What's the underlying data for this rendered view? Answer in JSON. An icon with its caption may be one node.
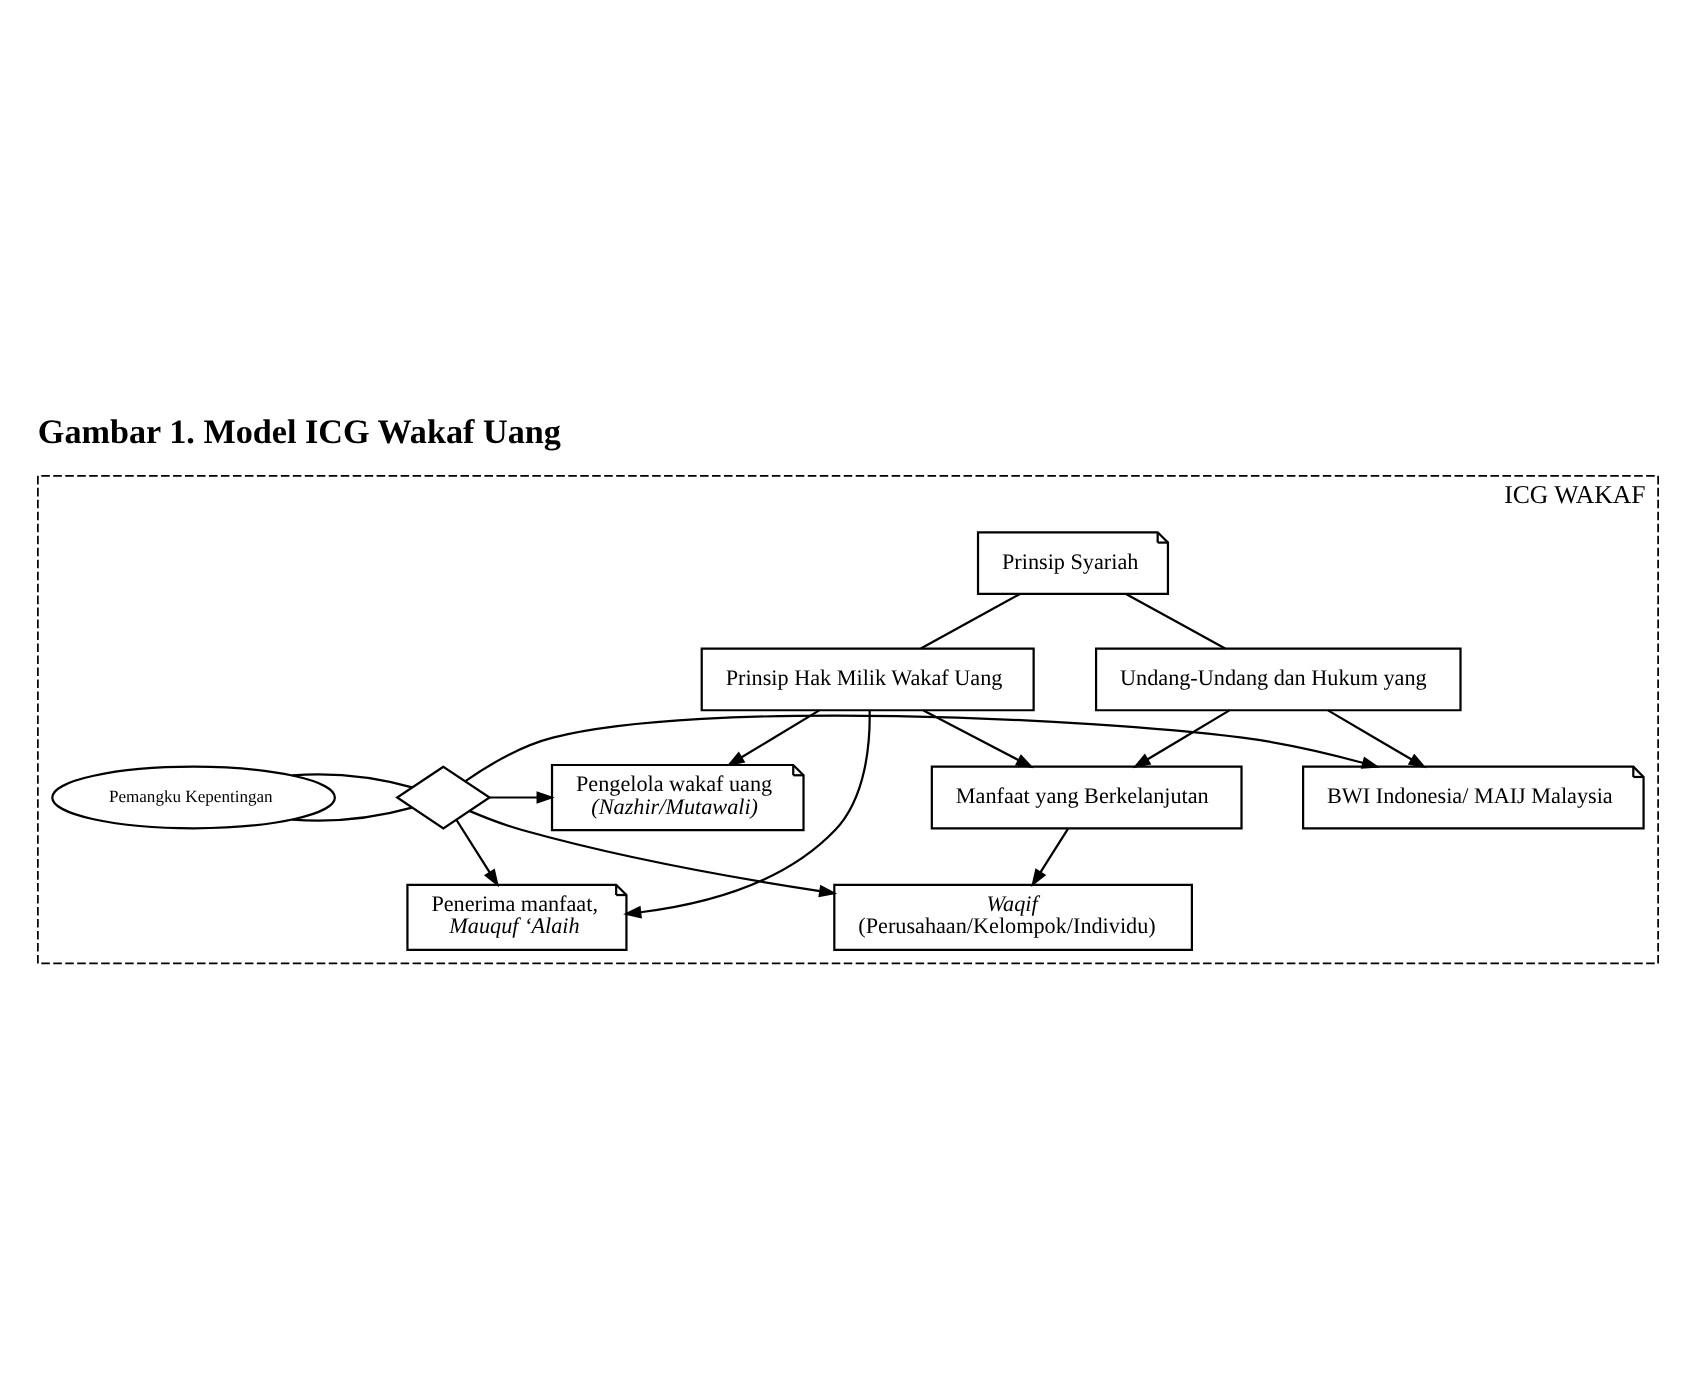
{
  "diagram": {
    "title": "Gambar 1. Model ICG Wakaf Uang",
    "nodes": [
      {
        "text": [
          "ICG WAKAF"
        ]
      },
      {
        "text": [
          "Prinsip Syariah"
        ],
        "in": 0
      },
      {
        "text": [
          "Prinsip Hak Milik Wakaf Uang"
        ],
        "in": 0
      },
      {
        "text": [
          "Undang-Undang dan Hukum yang"
        ],
        "in": 0
      },
      {
        "text": [
          "Manfaat yang Berkelanjutan"
        ],
        "in": 0
      },
      {
        "text": [
          "Waqif",
          "(Perusahaan/Kelompok/Individu)"
        ],
        "in": 0
      },
      {
        "text": [],
        "shape": "diamond",
        "in": 0
      },
      {
        "text": [
          "Pemangku Kepentingan"
        ],
        "in": 0
      },
      {
        "text": [
          "Pengelola wakaf uang",
          "(Nazhir/Mutawali)"
        ],
        "in": 0
      },
      {
        "text": [
          "BWI Indonesia/ MAIJ Malaysia"
        ],
        "in": 0
      },
      {
        "text": [
          "Penerima manfaat,",
          "Mauquf ‘Alaih"
        ],
        "in": 0
      }
    ],
    "edges": [
      {
        "from": 1,
        "to": 2,
        "arrow": "none"
      },
      {
        "from": 1,
        "to": 3,
        "arrow": "none"
      },
      {
        "from": 2,
        "to": 4,
        "arrow": "to"
      },
      {
        "from": 3,
        "to": 4,
        "arrow": "to"
      },
      {
        "from": 4,
        "to": 5,
        "arrow": "to"
      },
      {
        "from": 3,
        "to": 9,
        "arrow": "to"
      },
      {
        "from": 2,
        "to": 8,
        "arrow": "to"
      },
      {
        "from": 2,
        "to": 10,
        "arrow": "to"
      },
      {
        "from": 7,
        "to": 6,
        "arrow": "none"
      },
      {
        "from": 7,
        "to": 6,
        "arrow": "none"
      },
      {
        "from": 6,
        "to": 5,
        "arrow": "to"
      },
      {
        "from": 6,
        "to": 8,
        "arrow": "to"
      },
      {
        "from": 6,
        "to": 9,
        "arrow": "to"
      },
      {
        "from": 6,
        "to": 10,
        "arrow": "to"
      }
    ]
  }
}
